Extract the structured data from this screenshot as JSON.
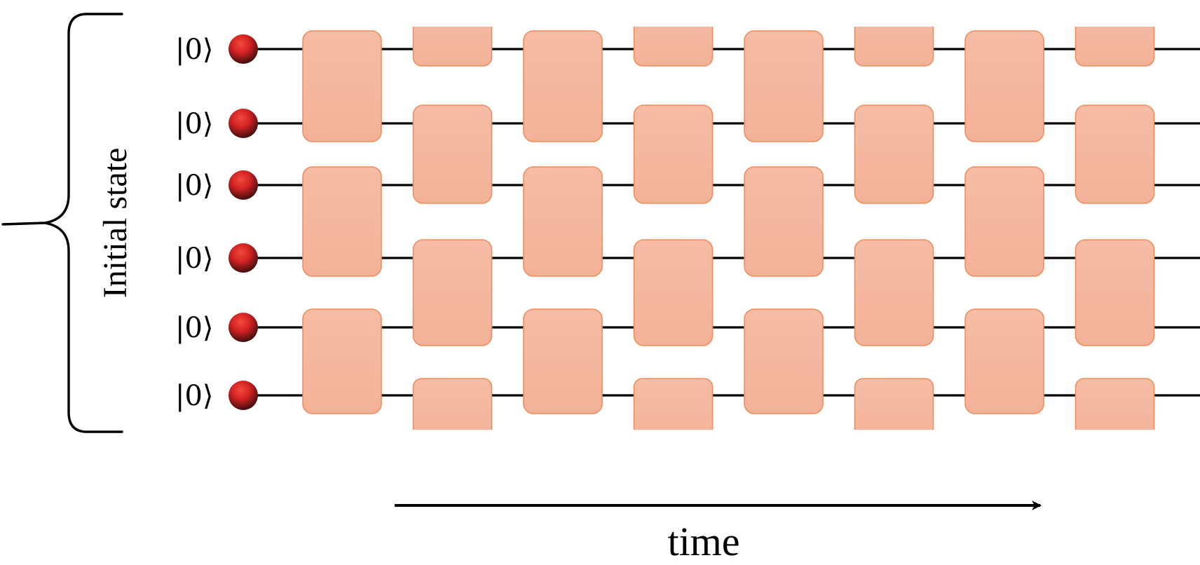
{
  "diagram": {
    "brace_label": "Initial state",
    "axis_label": "time",
    "qubits": [
      {
        "label": "|0⟩"
      },
      {
        "label": "|0⟩"
      },
      {
        "label": "|0⟩"
      },
      {
        "label": "|0⟩"
      },
      {
        "label": "|0⟩"
      },
      {
        "label": "|0⟩"
      }
    ],
    "gate_layers": [
      {
        "pairs": [
          [
            0,
            1
          ],
          [
            2,
            3
          ],
          [
            4,
            5
          ]
        ]
      },
      {
        "pairs": [
          [
            1,
            2
          ],
          [
            3,
            4
          ]
        ],
        "clipped": [
          "top",
          "bottom"
        ]
      },
      {
        "pairs": [
          [
            0,
            1
          ],
          [
            2,
            3
          ],
          [
            4,
            5
          ]
        ]
      },
      {
        "pairs": [
          [
            1,
            2
          ],
          [
            3,
            4
          ]
        ],
        "clipped": [
          "top",
          "bottom"
        ]
      },
      {
        "pairs": [
          [
            0,
            1
          ],
          [
            2,
            3
          ],
          [
            4,
            5
          ]
        ]
      },
      {
        "pairs": [
          [
            1,
            2
          ],
          [
            3,
            4
          ]
        ],
        "clipped": [
          "top",
          "bottom"
        ]
      },
      {
        "pairs": [
          [
            0,
            1
          ],
          [
            2,
            3
          ],
          [
            4,
            5
          ]
        ]
      },
      {
        "pairs": [
          [
            1,
            2
          ],
          [
            3,
            4
          ]
        ],
        "clipped": [
          "top",
          "bottom"
        ]
      }
    ],
    "colors": {
      "gate_fill": "#F5B9A2",
      "gate_stroke": "#EE8E5C",
      "wire": "#000000",
      "qubit_ball": "#D42222",
      "qubit_ball_dark": "#3A0C0C"
    }
  }
}
